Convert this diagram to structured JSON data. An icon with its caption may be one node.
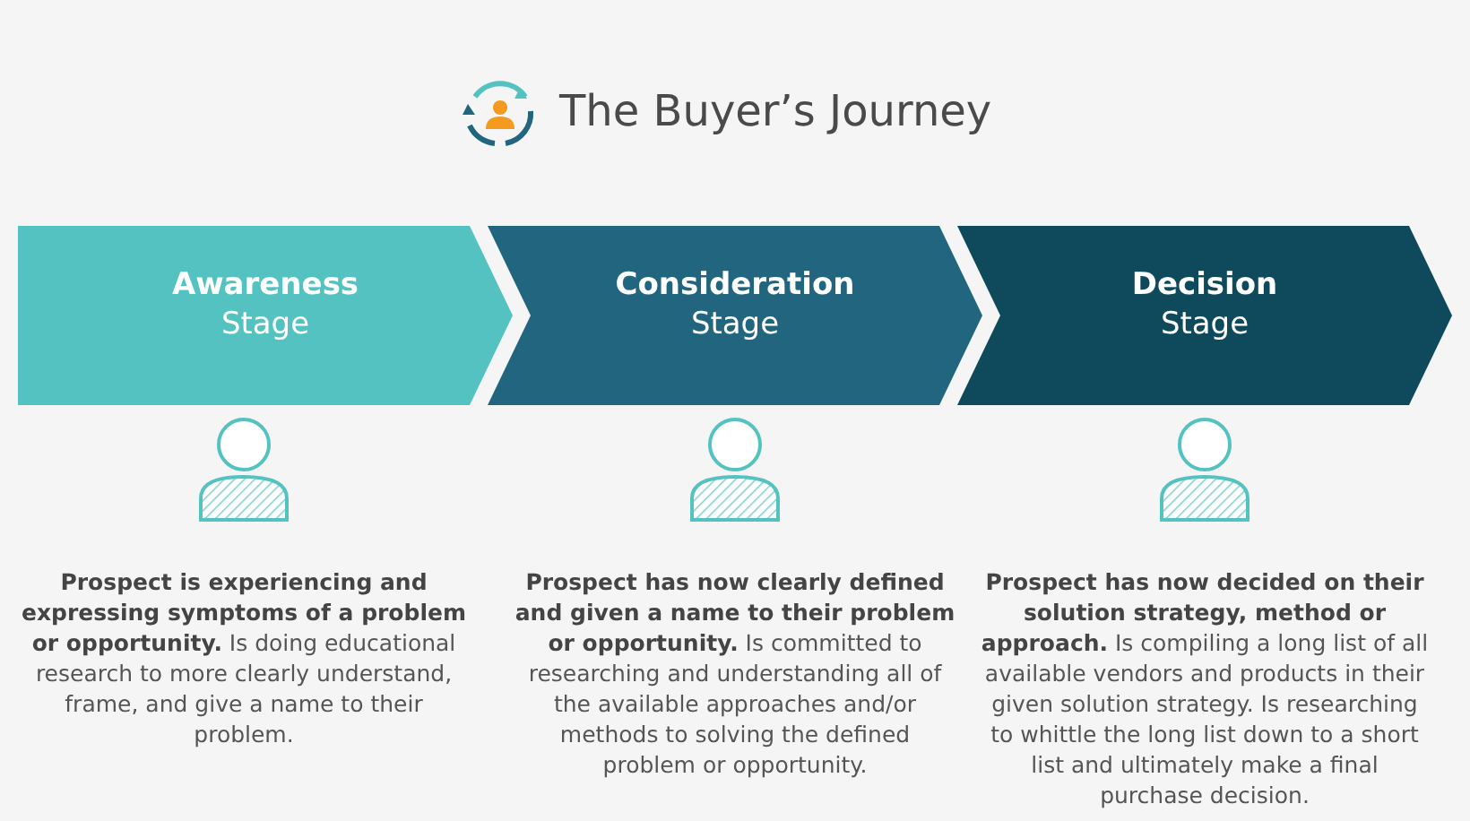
{
  "diagram": {
    "title": "The Buyer’s Journey",
    "nodes": [
      {
        "text": [
          "Awareness",
          "Stage"
        ]
      },
      {
        "text": [
          "Consideration",
          "Stage"
        ]
      },
      {
        "text": [
          "Decision",
          "Stage"
        ]
      }
    ],
    "labels": [
      "**Prospect is experiencing and expressing symptoms of a problem or opportunity.** Is doing educational research to more clearly understand, frame, and give a name to their problem.",
      "**Prospect has now clearly defined and given a name to their problem or opportunity.** Is committed to researching and understanding all of the available approaches and/or methods to solving the defined problem or opportunity.",
      "**Prospect has now decided on their solution strategy, method or approach.** Is compiling a long list of all available vendors and products in their given solution strategy. Is researching to whittle the long list down to a short list and ultimately make a final purchase decision."
    ]
  }
}
